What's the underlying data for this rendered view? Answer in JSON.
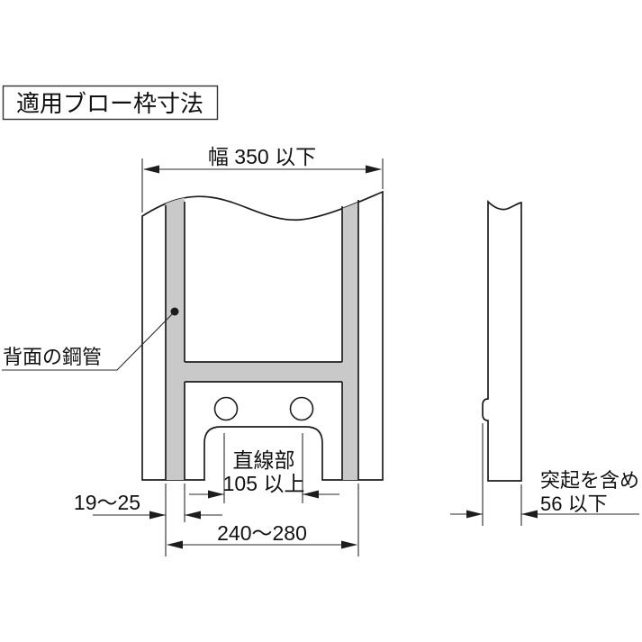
{
  "title": "適用ブロー枠寸法",
  "front_view": {
    "width_dimension": "幅 350 以下",
    "rear_pipe_label": "背面の鋼管",
    "straight_section_label_line1": "直線部",
    "straight_section_label_line2": "105 以上",
    "pipe_width_dimension": "19〜25",
    "pipe_span_dimension": "240〜280"
  },
  "side_view": {
    "depth_dimension_line1": "突起を含め",
    "depth_dimension_line2": "56 以下"
  },
  "colors": {
    "pipe_fill": "#c9c9c9",
    "line": "#1d1d1d",
    "background": "#ffffff"
  }
}
